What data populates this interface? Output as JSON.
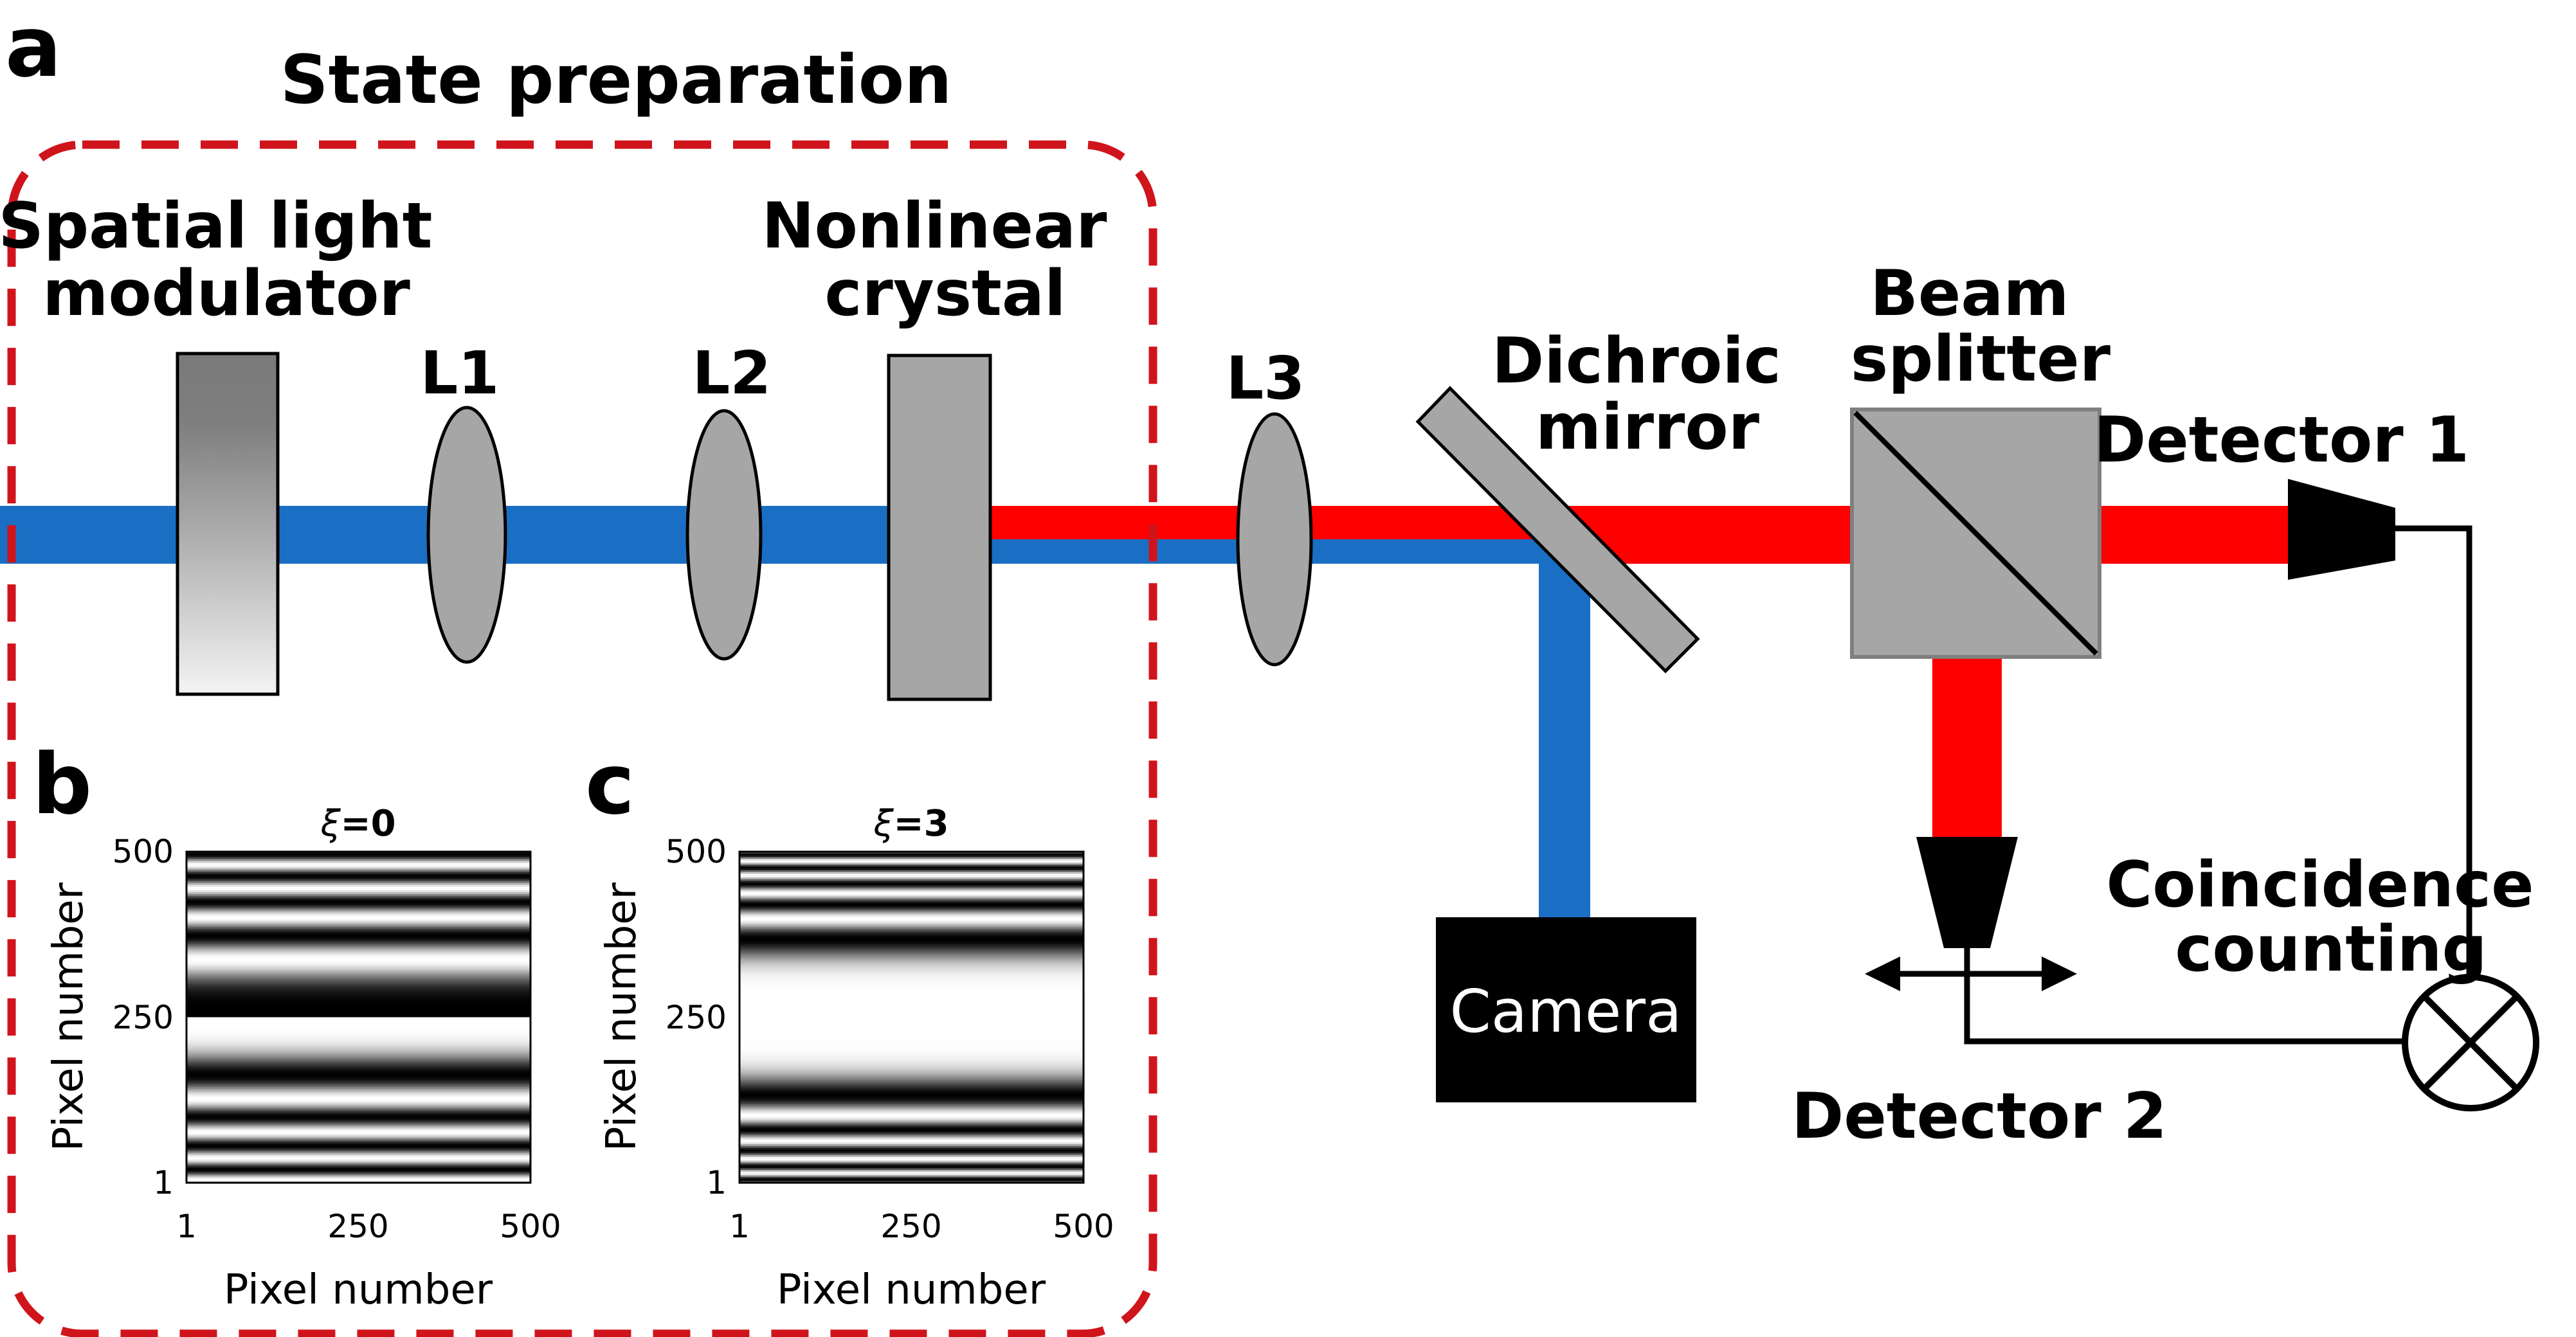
{
  "panel_labels": {
    "a": "a",
    "b": "b",
    "c": "c"
  },
  "state_preparation_title": "State preparation",
  "components": {
    "slm": {
      "line1": "Spatial light",
      "line2": "modulator"
    },
    "lens1": "L1",
    "lens2": "L2",
    "crystal": {
      "line1": "Nonlinear",
      "line2": "crystal"
    },
    "lens3": "L3",
    "dichroic": {
      "line1": "Dichroic",
      "line2": "mirror"
    },
    "beam_splitter": {
      "line1": "Beam",
      "line2": "splitter"
    },
    "detector1": "Detector 1",
    "detector2": "Detector 2",
    "camera": "Camera",
    "coincidence": {
      "line1": "Coincidence",
      "line2": "counting"
    }
  },
  "colors": {
    "pump_beam": "#1a6fc4",
    "photon_beam": "#ff0000",
    "frame_dash": "#d0141c",
    "component_gray": "#a6a6a6",
    "detector": "#000000"
  },
  "insets": [
    {
      "id": "b",
      "xi_symbol": "ξ",
      "xi_value": "=0",
      "xlabel": "Pixel number",
      "ylabel": "Pixel number",
      "xticks": [
        "1",
        "250",
        "500"
      ],
      "yticks": [
        "500",
        "250",
        "1"
      ],
      "xi": 0
    },
    {
      "id": "c",
      "xi_symbol": "ξ",
      "xi_value": "=3",
      "xlabel": "Pixel number",
      "ylabel": "Pixel number",
      "xticks": [
        "1",
        "250",
        "500"
      ],
      "yticks": [
        "500",
        "250",
        "1"
      ],
      "xi": 3
    }
  ]
}
